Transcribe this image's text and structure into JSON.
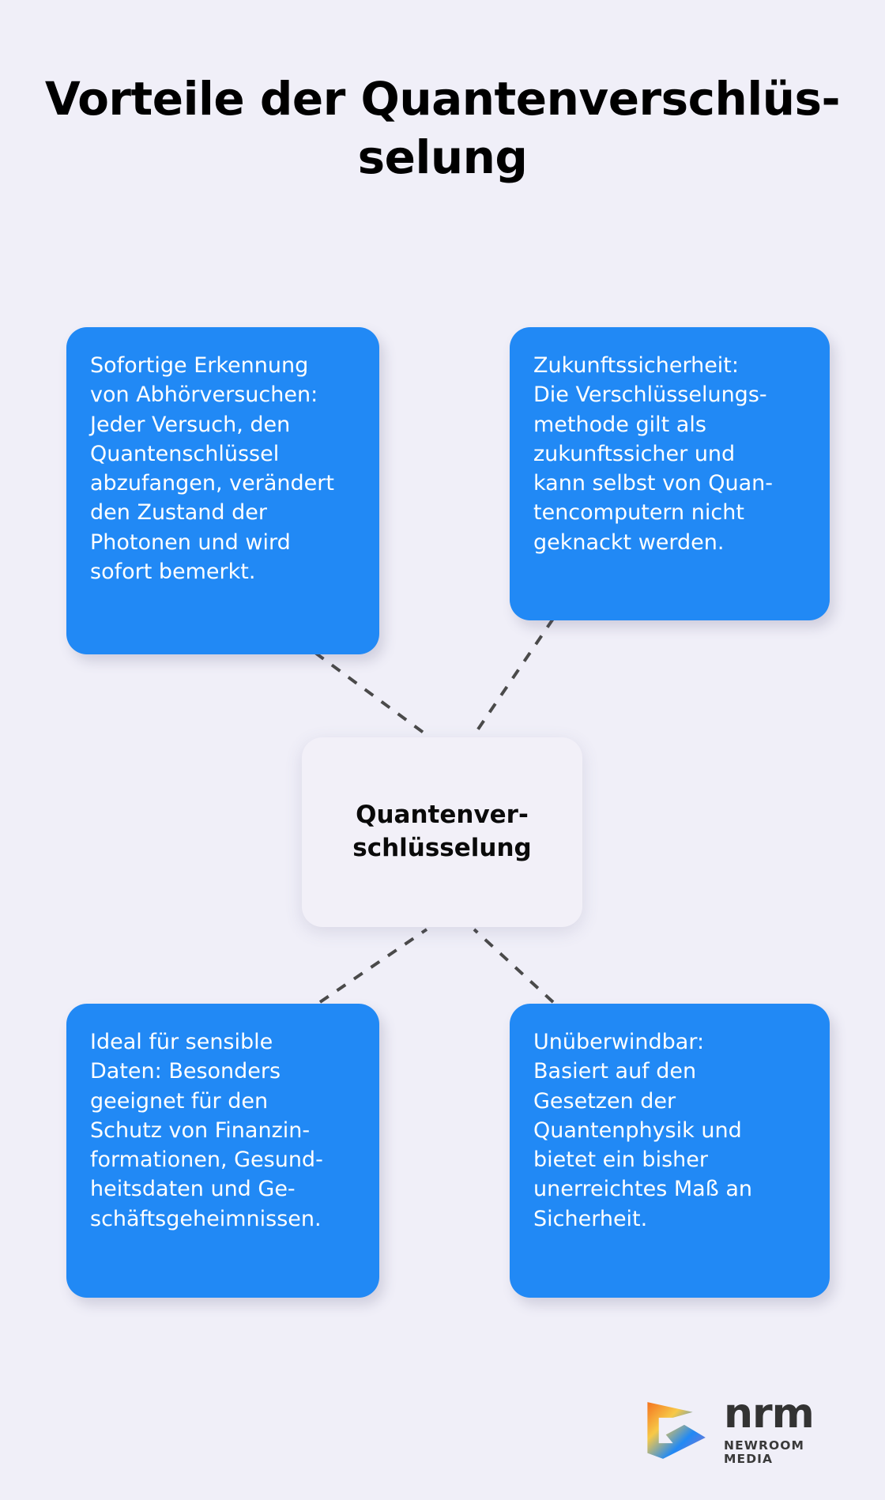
{
  "page": {
    "title": "Vorteile der Quantenverschlüs-\nselung",
    "background_color": "#f0eff8",
    "card_color": "#2189f5",
    "card_text_color": "#ffffff",
    "center_color": "#f2f0f8",
    "connector_color": "#4a4a4a"
  },
  "center": {
    "label": "Quantenver-\nschlüsselung"
  },
  "cards": [
    {
      "position": "top-left",
      "text": "Sofortige Erkennung\nvon Abhörversuchen:\nJeder Versuch, den\nQuantenschlüssel\nabzufangen, verändert\nden Zustand der\nPhotonen und wird\nsofort bemerkt."
    },
    {
      "position": "top-right",
      "text": "Zukunftssicherheit:\nDie Verschlüsselungs-\nmethode gilt als\nzukunftssicher und\nkann selbst von Quan-\ntencomputern nicht\ngeknackt werden."
    },
    {
      "position": "bottom-left",
      "text": "Ideal für sensible\nDaten: Besonders\ngeeignet für den\nSchutz von Finanzin-\nformationen, Gesund-\nheitsdaten und Ge-\nschäftsgeheimnissen."
    },
    {
      "position": "bottom-right",
      "text": "Unüberwindbar:\nBasiert auf den\nGesetzen der\nQuantenphysik und\nbietet ein bisher\nunerreichtes Maß an\nSicherheit."
    }
  ],
  "logo": {
    "word": "nrm",
    "tagline": "NEWROOM MEDIA",
    "gradient": [
      "#f4731f",
      "#f7c948",
      "#2189f5",
      "#9b6fc4"
    ]
  }
}
